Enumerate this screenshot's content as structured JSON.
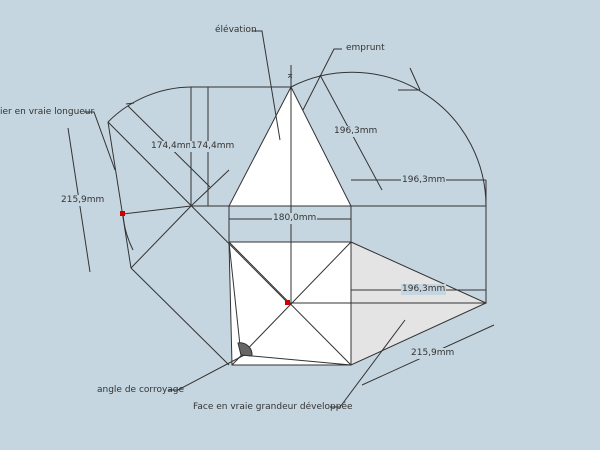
{
  "labels": {
    "elevation": "élévation",
    "emprunt": "emprunt",
    "arretier": "ier en vraie longueur",
    "angle": "angle de corroyage",
    "face": "Face en vraie grandeur développée"
  },
  "dimensions": {
    "d1": "174,4mm",
    "d2": "174,4mm",
    "d3": "215,9mm",
    "d4": "196,3mm",
    "d5": "196,3mm",
    "d6": "180,0mm",
    "d7": "196,3mm",
    "d8": "215,9mm"
  },
  "colors": {
    "background": "#c6d6e0",
    "line": "#333333",
    "face": "#ffffff",
    "developed": "#e4e4e4",
    "marker": "#cc0000"
  }
}
